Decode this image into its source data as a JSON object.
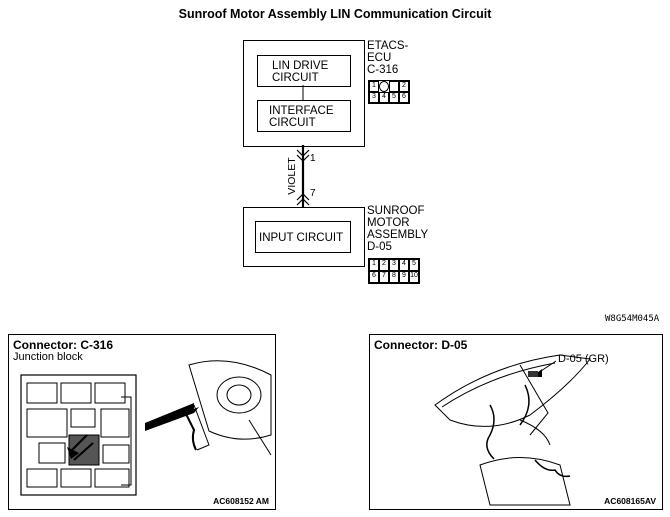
{
  "title": "Sunroof Motor Assembly LIN Communication Circuit",
  "ecu": {
    "name_line1": "ETACS-",
    "name_line2": "ECU",
    "connector": "C-316",
    "block1_line1": "LIN DRIVE",
    "block1_line2": "CIRCUIT",
    "block2_line1": "INTERFACE",
    "block2_line2": "CIRCUIT",
    "pins": [
      "1",
      "",
      "2",
      "3",
      "4",
      "5",
      "6"
    ]
  },
  "wire": {
    "color": "VIOLET",
    "pin_top": "1",
    "pin_bottom": "7"
  },
  "motor": {
    "name_line1": "SUNROOF",
    "name_line2": "MOTOR",
    "name_line3": "ASSEMBLY",
    "connector": "D-05",
    "block_label": "INPUT CIRCUIT",
    "pins_top": [
      "1",
      "2",
      "3",
      "4",
      "5"
    ],
    "pins_bottom": [
      "6",
      "7",
      "8",
      "9",
      "10"
    ]
  },
  "diagram_code": "W8G54M045A",
  "panel_left": {
    "title": "Connector: C-316",
    "subtitle": "Junction block",
    "figure_code": "AC608152 AM"
  },
  "panel_right": {
    "title": "Connector: D-05",
    "callout": "D-05 (GR)",
    "figure_code": "AC608165AV"
  }
}
